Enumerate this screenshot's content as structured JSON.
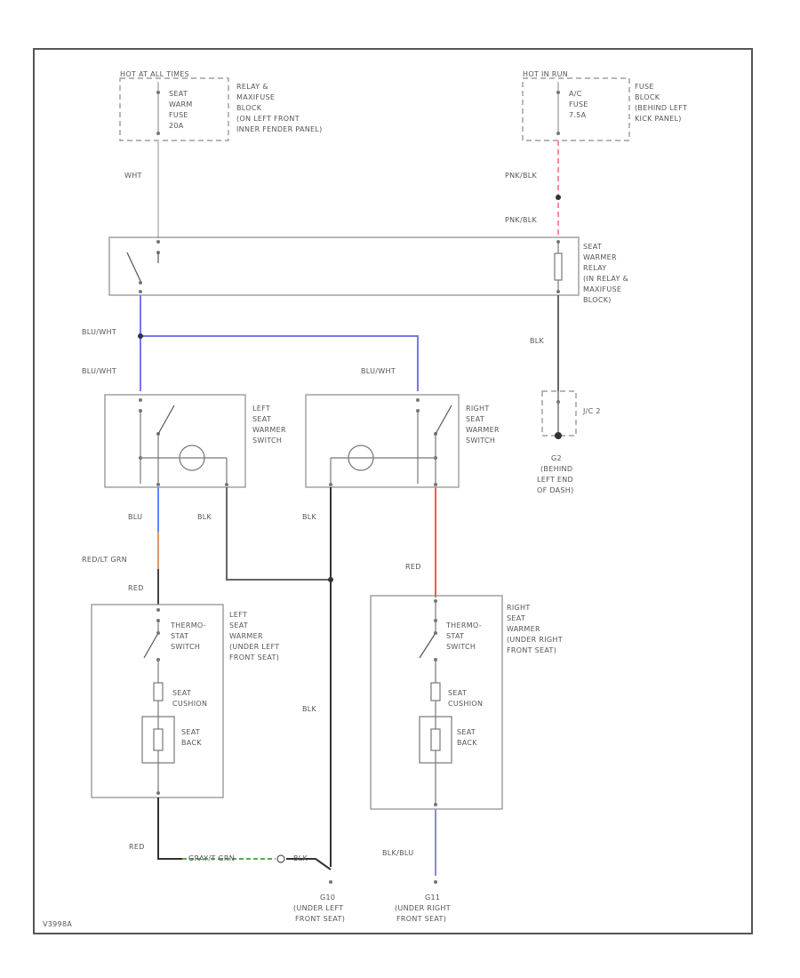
{
  "colors": {
    "frame": "#555555",
    "wht": "#c8c8c8",
    "blu_wht": "#7777ee",
    "pnk_blk": "#ff8899",
    "blk": "#666666",
    "blk_dark": "#333333",
    "blu": "#5588ff",
    "red": "#ff5555",
    "red_grn": "#dd9966",
    "grn": "#55aa55"
  },
  "top_left": {
    "header": "HOT AT ALL TIMES",
    "fuse": [
      "SEAT",
      "WARM",
      "FUSE",
      "20A"
    ],
    "location": [
      "RELAY &",
      "MAXIFUSE",
      "BLOCK",
      "(ON LEFT FRONT",
      "INNER FENDER PANEL)"
    ]
  },
  "top_right": {
    "header": "HOT IN RUN",
    "fuse": [
      "A/C",
      "FUSE",
      "7.5A"
    ],
    "location": [
      "FUSE",
      "BLOCK",
      "(BEHIND LEFT",
      "KICK PANEL)"
    ]
  },
  "relay": {
    "label": [
      "SEAT",
      "WARMER",
      "RELAY",
      "(IN RELAY &",
      "MAXIFUSE",
      "BLOCK)"
    ]
  },
  "left_switch": {
    "label": [
      "LEFT",
      "SEAT",
      "WARMER",
      "SWITCH"
    ]
  },
  "right_switch": {
    "label": [
      "RIGHT",
      "SEAT",
      "WARMER",
      "SWITCH"
    ]
  },
  "jc": {
    "label": "J/C 2"
  },
  "ground_g2": {
    "label": [
      "G2",
      "(BEHIND",
      "LEFT END",
      "OF DASH)"
    ]
  },
  "left_heater": {
    "label": [
      "LEFT",
      "SEAT",
      "WARMER",
      "(UNDER LEFT",
      "FRONT SEAT)"
    ],
    "thermostat": [
      "THERMO-",
      "STAT",
      "SWITCH"
    ],
    "cushion": [
      "SEAT",
      "CUSHION"
    ],
    "back": [
      "SEAT",
      "BACK"
    ]
  },
  "right_heater": {
    "label": [
      "RIGHT",
      "SEAT",
      "WARMER",
      "(UNDER RIGHT",
      "FRONT SEAT)"
    ],
    "thermostat": [
      "THERMO-",
      "STAT",
      "SWITCH"
    ],
    "cushion": [
      "SEAT",
      "CUSHION"
    ],
    "back": [
      "SEAT",
      "BACK"
    ]
  },
  "ground_g10": {
    "label": [
      "G10",
      "(UNDER LEFT",
      "FRONT SEAT)"
    ]
  },
  "ground_g11": {
    "label": [
      "G11",
      "(UNDER RIGHT",
      "FRONT SEAT)"
    ]
  },
  "wires": {
    "wht": "WHT",
    "pnk_blk_1": "PNK/BLK",
    "pnk_blk_2": "PNK/BLK",
    "blk_relay": "BLK",
    "blu_wht_1": "BLU/WHT",
    "blu_wht_2": "BLU/WHT",
    "blu_wht_3": "BLU/WHT",
    "blu": "BLU",
    "blk_sw_left": "BLK",
    "blk_sw_right": "BLK",
    "red_grn": "RED/LT GRN",
    "red_left": "RED",
    "red_right": "RED",
    "blk_mid": "BLK",
    "red_bottom": "RED",
    "grn_bottom": "GRAY/T GRN",
    "blk_bottom": "BLK",
    "blk_blu": "BLK/BLU"
  },
  "diagram_id": "V3998A"
}
